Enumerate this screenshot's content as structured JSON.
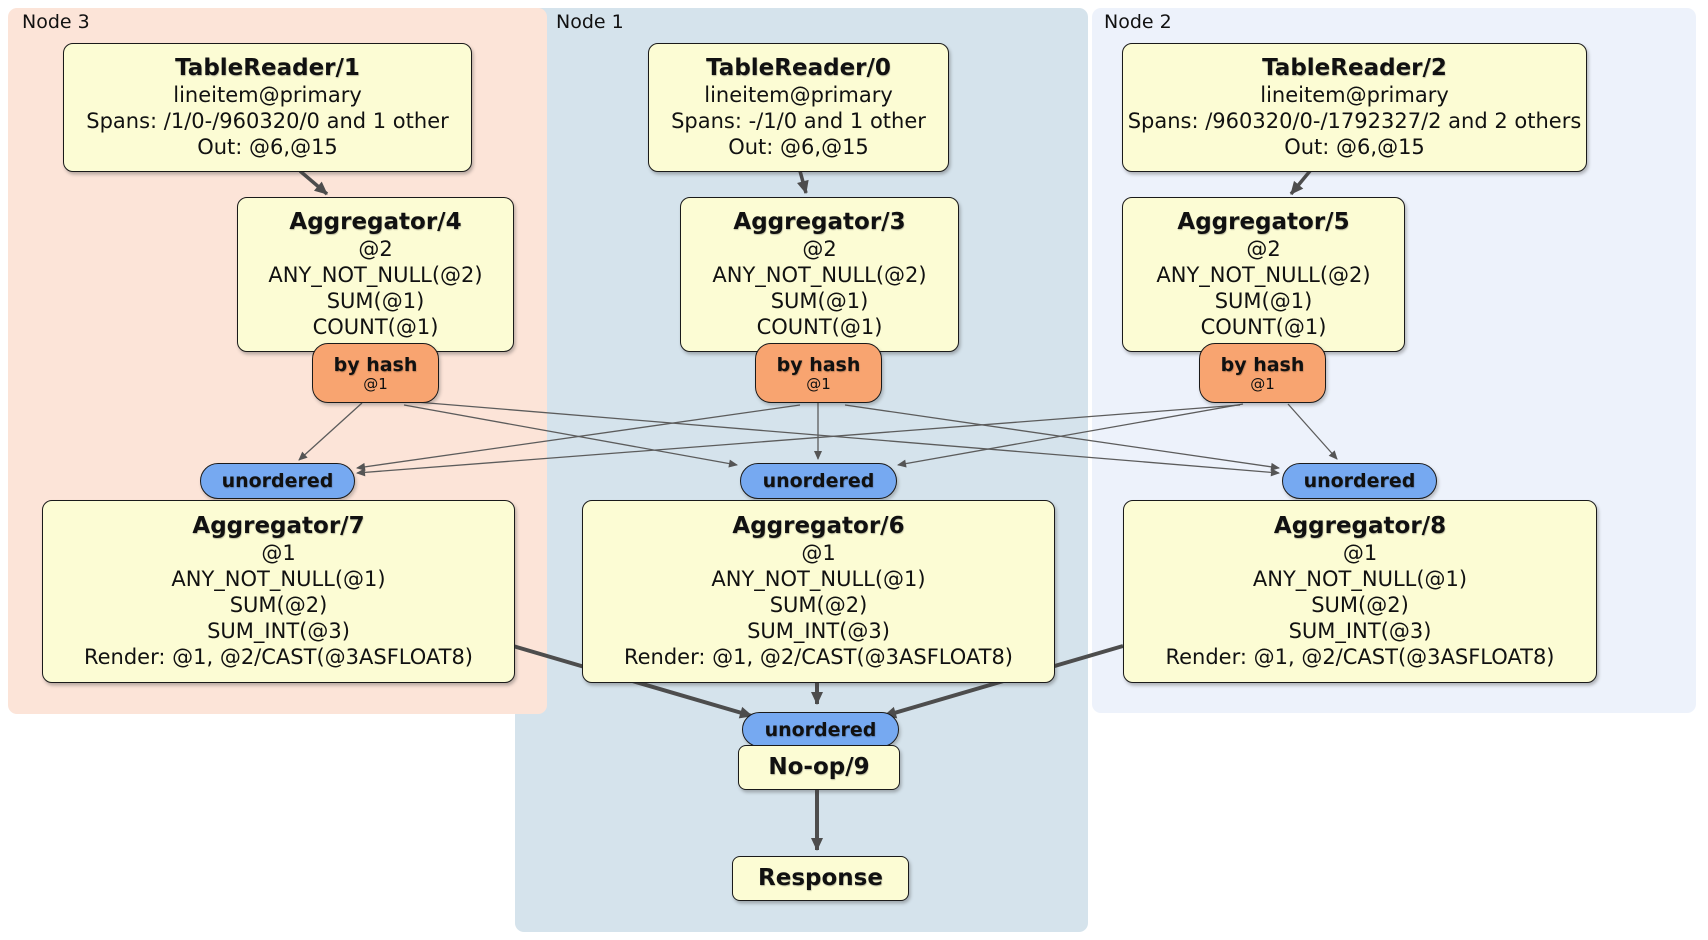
{
  "nodes": [
    {
      "id": "node3",
      "label": "Node 3",
      "color": "#fce4d8"
    },
    {
      "id": "node1",
      "label": "Node 1",
      "color": "#d5e3ec"
    },
    {
      "id": "node2",
      "label": "Node 2",
      "color": "#edf2fb"
    }
  ],
  "processors": {
    "tablereader1": {
      "title": "TableReader/1",
      "lines": [
        "lineitem@primary",
        "Spans: /1/0-/960320/0 and 1 other",
        "Out: @6,@15"
      ]
    },
    "tablereader0": {
      "title": "TableReader/0",
      "lines": [
        "lineitem@primary",
        "Spans: -/1/0 and 1 other",
        "Out: @6,@15"
      ]
    },
    "tablereader2": {
      "title": "TableReader/2",
      "lines": [
        "lineitem@primary",
        "Spans: /960320/0-/1792327/2 and 2 others",
        "Out: @6,@15"
      ]
    },
    "aggregator4": {
      "title": "Aggregator/4",
      "lines": [
        "@2",
        "ANY_NOT_NULL(@2)",
        "SUM(@1)",
        "COUNT(@1)"
      ]
    },
    "aggregator3": {
      "title": "Aggregator/3",
      "lines": [
        "@2",
        "ANY_NOT_NULL(@2)",
        "SUM(@1)",
        "COUNT(@1)"
      ]
    },
    "aggregator5": {
      "title": "Aggregator/5",
      "lines": [
        "@2",
        "ANY_NOT_NULL(@2)",
        "SUM(@1)",
        "COUNT(@1)"
      ]
    },
    "aggregator7": {
      "title": "Aggregator/7",
      "lines": [
        "@1",
        "ANY_NOT_NULL(@1)",
        "SUM(@2)",
        "SUM_INT(@3)",
        "Render: @1, @2/CAST(@3ASFLOAT8)"
      ]
    },
    "aggregator6": {
      "title": "Aggregator/6",
      "lines": [
        "@1",
        "ANY_NOT_NULL(@1)",
        "SUM(@2)",
        "SUM_INT(@3)",
        "Render: @1, @2/CAST(@3ASFLOAT8)"
      ]
    },
    "aggregator8": {
      "title": "Aggregator/8",
      "lines": [
        "@1",
        "ANY_NOT_NULL(@1)",
        "SUM(@2)",
        "SUM_INT(@3)",
        "Render: @1, @2/CAST(@3ASFLOAT8)"
      ]
    },
    "noop9": {
      "title": "No-op/9"
    },
    "response": {
      "title": "Response"
    }
  },
  "router": {
    "label": "by hash",
    "key": "@1"
  },
  "synchronizer": {
    "label": "unordered"
  },
  "colors": {
    "processor_fill": "#fcfcd4",
    "router_fill": "#f8a470",
    "synchronizer_fill": "#76a9f1",
    "edge_thick": "#4d4d4d",
    "edge_thin": "#5c5c5c",
    "border": "#1a1a1a"
  }
}
